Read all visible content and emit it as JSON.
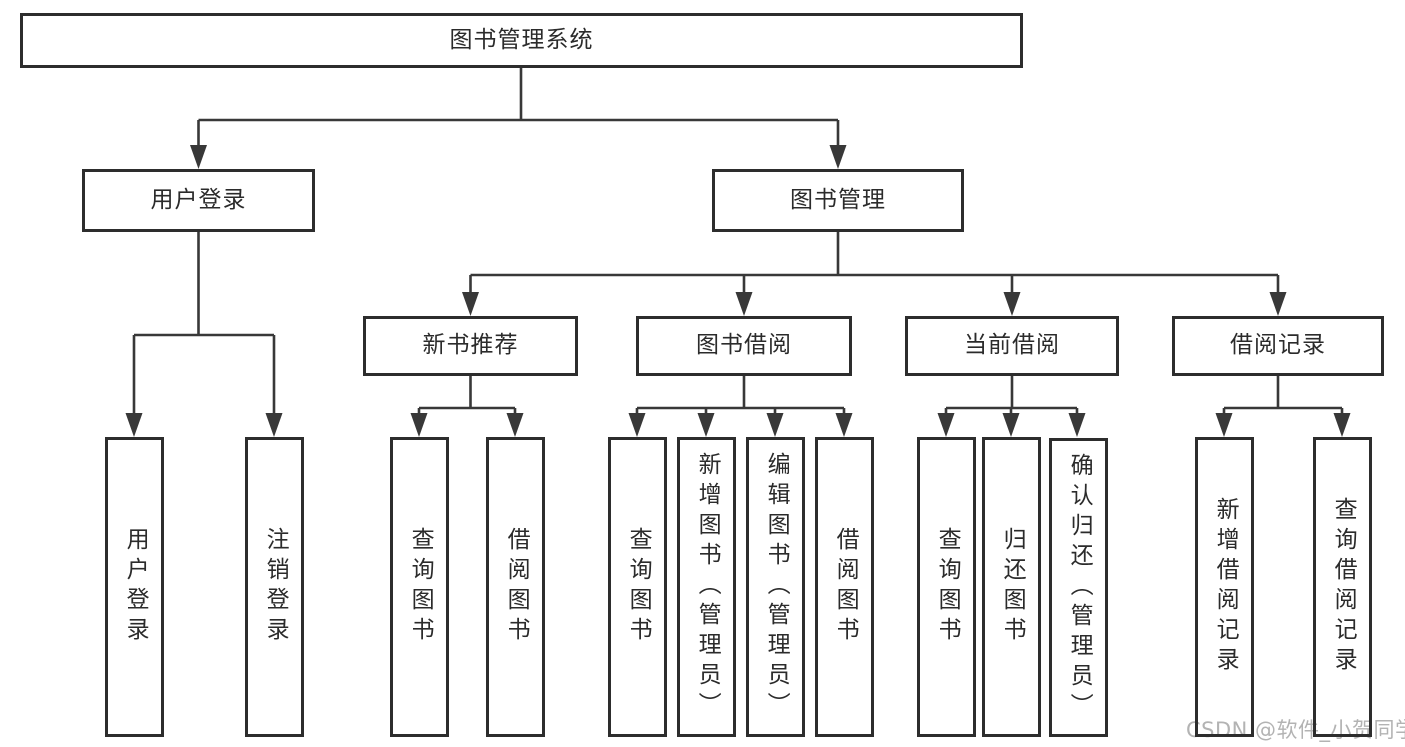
{
  "diagram": {
    "root": {
      "label": "图书管理系统"
    },
    "level2": {
      "user_login": {
        "label": "用户登录"
      },
      "book_mgmt": {
        "label": "图书管理"
      }
    },
    "level3": {
      "new_book_rec": {
        "label": "新书推荐"
      },
      "book_borrow": {
        "label": "图书借阅"
      },
      "current_borrow": {
        "label": "当前借阅"
      },
      "borrow_records": {
        "label": "借阅记录"
      }
    },
    "leaves": {
      "user_login": {
        "label": "用户登录"
      },
      "logout": {
        "label": "注销登录"
      },
      "rec_query_books": {
        "label": "查询图书"
      },
      "rec_borrow_books": {
        "label": "借阅图书"
      },
      "bb_query_books": {
        "label": "查询图书"
      },
      "bb_add_books": {
        "label": "新增图书（管理员）"
      },
      "bb_edit_books": {
        "label": "编辑图书（管理员）"
      },
      "bb_borrow_books": {
        "label": "借阅图书"
      },
      "cb_query_books": {
        "label": "查询图书"
      },
      "cb_return_books": {
        "label": "归还图书"
      },
      "cb_confirm_return": {
        "label": "确认归还（管理员）"
      },
      "br_add_record": {
        "label": "新增借阅记录"
      },
      "br_query_record": {
        "label": "查询借阅记录"
      }
    }
  },
  "watermark": {
    "text": "CSDN @软件_小贺同学"
  },
  "colors": {
    "line": "#383838",
    "box_border": "#2d2d2d",
    "text": "#2b2b2b",
    "watermark": "#b3b3b3",
    "background": "#ffffff"
  }
}
